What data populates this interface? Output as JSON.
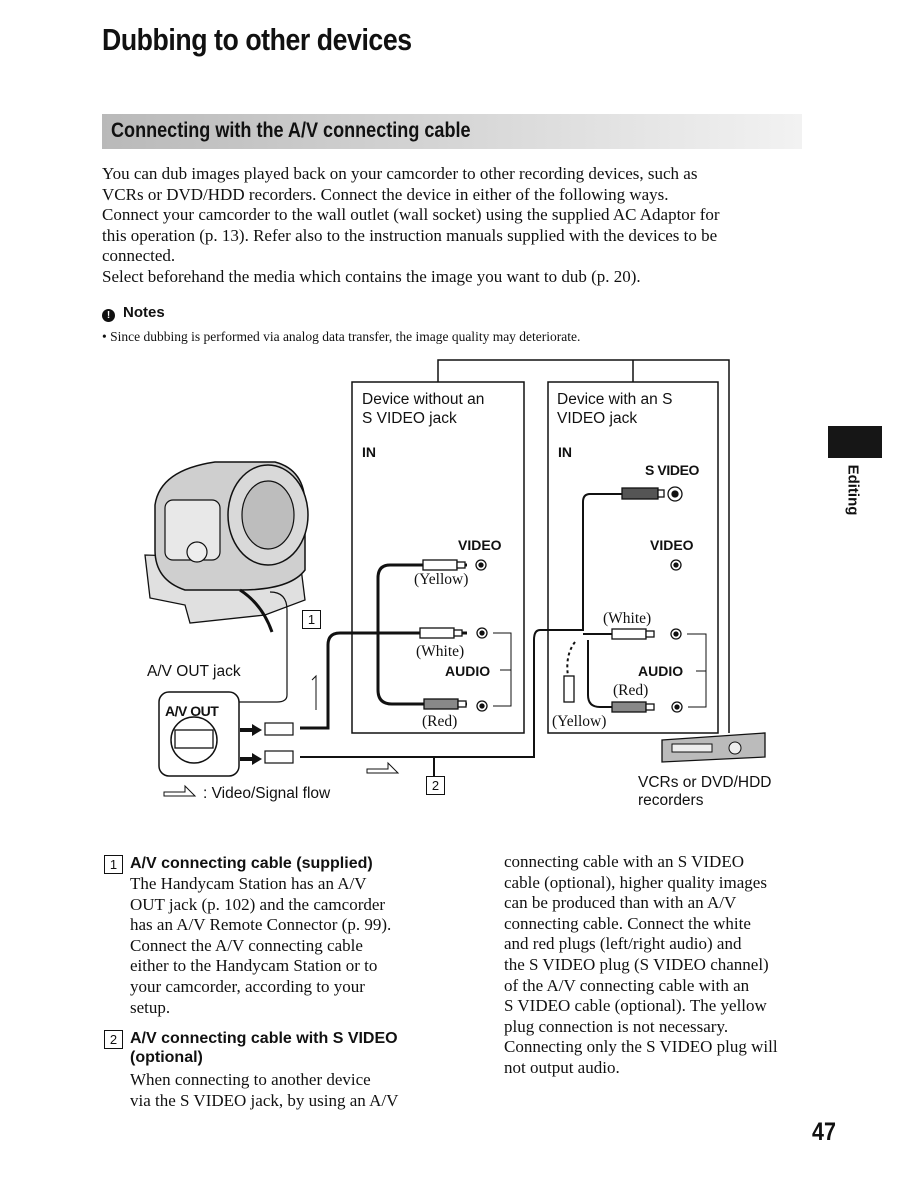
{
  "page": {
    "title": "Dubbing to other devices",
    "section_heading": "Connecting with the A/V connecting cable",
    "intro_lines": [
      "You can dub images played back on your camcorder to other recording devices, such as",
      "VCRs or DVD/HDD recorders. Connect the device in either of the following ways.",
      "Connect your camcorder to the wall outlet (wall socket) using the supplied AC Adaptor for",
      "this operation (p. 13). Refer also to the instruction manuals supplied with the devices to be",
      "connected.",
      "Select beforehand the media which contains the image you want to dub (p. 20)."
    ],
    "notes": {
      "heading": "Notes",
      "item": "• Since dubbing is performed via analog data transfer, the image quality may deteriorate."
    },
    "side_tab_label": "Editing",
    "page_number": "47"
  },
  "diagram": {
    "device_without": "Device without an\nS VIDEO jack",
    "device_with": "Device with an S\nVIDEO jack",
    "in_left": "IN",
    "in_right": "IN",
    "svideo": "S VIDEO",
    "video_left": "VIDEO",
    "video_right": "VIDEO",
    "yellow_left": "(Yellow)",
    "white_left": "(White)",
    "audio_left": "AUDIO",
    "red_left": "(Red)",
    "white_right": "(White)",
    "audio_right": "AUDIO",
    "red_right": "(Red)",
    "yellow_right": "(Yellow)",
    "av_out_jack": "A/V OUT jack",
    "av_out": "A/V OUT",
    "num1": "1",
    "num2": "2",
    "flow_legend": ": Video/Signal flow",
    "vcr_label": "VCRs or DVD/HDD\nrecorders"
  },
  "items": [
    {
      "number": "1",
      "title": "A/V connecting cable (supplied)",
      "lines": [
        "The Handycam Station has an A/V",
        "OUT jack (p. 102) and the camcorder",
        "has an A/V Remote Connector (p. 99).",
        "Connect the A/V connecting cable",
        "either to the Handycam Station or to",
        "your camcorder, according to your",
        "setup."
      ]
    },
    {
      "number": "2",
      "title": "A/V connecting cable with S VIDEO\n(optional)",
      "lines": [
        "When connecting to another device",
        "via the S VIDEO jack, by using an A/V"
      ]
    }
  ],
  "right_column_lines": [
    "connecting cable with an S VIDEO",
    "cable (optional), higher quality images",
    "can be produced than with an A/V",
    "connecting cable. Connect the white",
    "and red plugs (left/right audio) and",
    "the S VIDEO plug (S VIDEO channel)",
    "of the A/V connecting cable with an",
    "S VIDEO cable (optional). The yellow",
    "plug connection is not necessary.",
    "Connecting only the S VIDEO plug will",
    "not output audio."
  ]
}
